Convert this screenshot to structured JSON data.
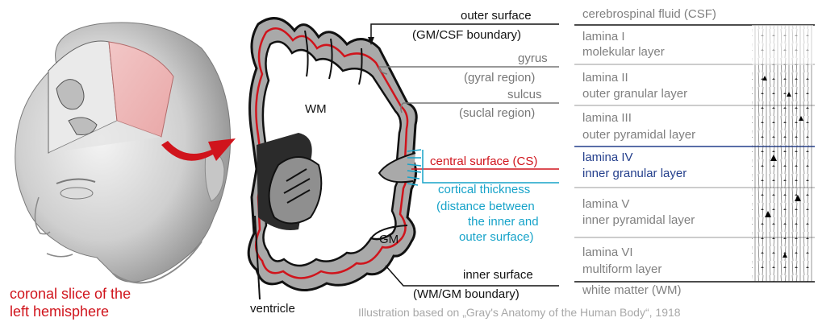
{
  "head": {
    "caption_line1": "coronal slice of the",
    "caption_line2": "left hemisphere"
  },
  "brain": {
    "wm": "WM",
    "gm": "GM",
    "ventricle": "ventricle"
  },
  "labels": {
    "outer_surface": "outer surface",
    "gm_csf_boundary": "(GM/CSF boundary)",
    "gyrus": "gyrus",
    "gyral_region": "(gyral region)",
    "sulcus": "sulcus",
    "suclal_region": "(suclal region)",
    "central_surface": "central surface (CS)",
    "cortical_thickness": "cortical thickness",
    "thickness_line2": "(distance between",
    "thickness_line3": "the inner and",
    "thickness_line4": "outer surface)",
    "inner_surface": "inner surface",
    "wm_gm_boundary": "(WM/GM boundary)"
  },
  "laminae": {
    "csf": "cerebrospinal fluid (CSF)",
    "l1_name": "lamina I",
    "l1_desc": "molekular layer",
    "l2_name": "lamina II",
    "l2_desc": "outer granular layer",
    "l3_name": "lamina III",
    "l3_desc": "outer pyramidal layer",
    "l4_name": "lamina IV",
    "l4_desc": "inner granular layer",
    "l5_name": "lamina  V",
    "l5_desc": "inner pyramidal layer",
    "l6_name": "lamina VI",
    "l6_desc": "multiform layer",
    "wm": "white matter (WM)"
  },
  "credit": "Illustration based on „Gray's Anatomy of the Human Body“, 1918",
  "colors": {
    "red": "#d0141c",
    "cyan": "#17a3c9",
    "navy": "#243f8c",
    "gm_gray": "#a9a9a9"
  }
}
